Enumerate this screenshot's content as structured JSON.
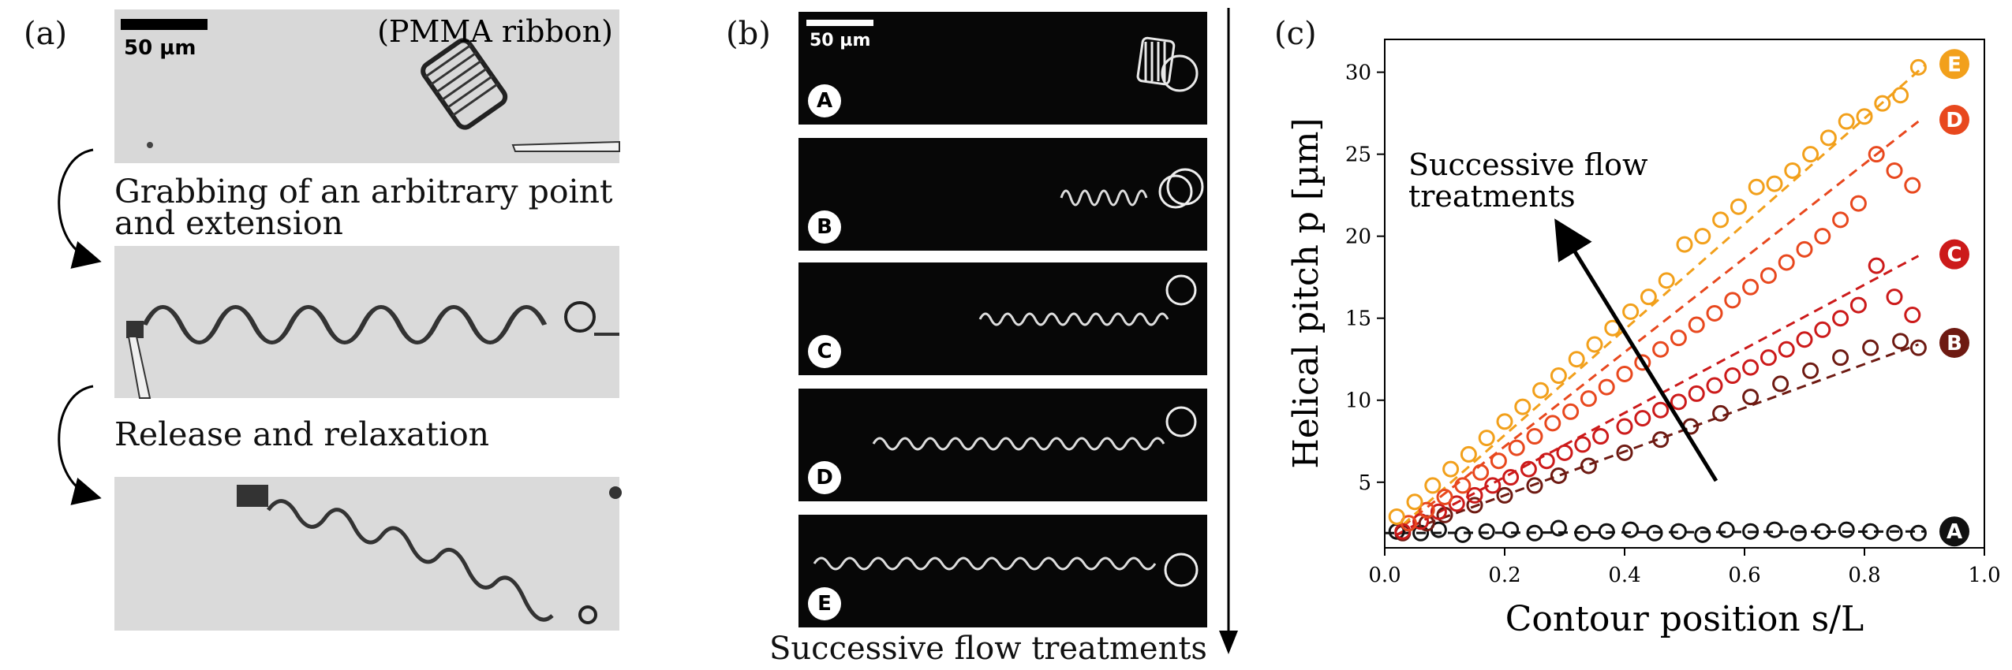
{
  "panel_a": {
    "label": "(a)",
    "scale_bar_text": "50 µm",
    "material_label": "(PMMA ribbon)",
    "step1_line1": "Grabbing of an arbitrary point",
    "step1_line2": "and extension",
    "step2": "Release and relaxation"
  },
  "panel_b": {
    "label": "(b)",
    "scale_bar_text": "50 µm",
    "frames": [
      "A",
      "B",
      "C",
      "D",
      "E"
    ],
    "arrow_caption": "Successive flow treatments"
  },
  "panel_c": {
    "label": "(c)"
  },
  "chart_data": {
    "type": "scatter",
    "xlabel": "Contour position s/L",
    "ylabel": "Helical pitch p [µm]",
    "xlim": [
      0,
      1.0
    ],
    "ylim": [
      1,
      32
    ],
    "xticks": [
      "0.0",
      "0.2",
      "0.4",
      "0.6",
      "0.8",
      "1.0"
    ],
    "yticks": [
      "5",
      "10",
      "15",
      "20",
      "25",
      "30"
    ],
    "annotation": "Successive flow treatments",
    "grid": false,
    "series": [
      {
        "name": "A",
        "color": "#111111",
        "x": [
          0.02,
          0.06,
          0.09,
          0.13,
          0.17,
          0.21,
          0.25,
          0.29,
          0.33,
          0.37,
          0.41,
          0.45,
          0.49,
          0.53,
          0.57,
          0.61,
          0.65,
          0.69,
          0.73,
          0.77,
          0.81,
          0.85,
          0.89
        ],
        "y": [
          2.0,
          1.9,
          2.1,
          1.8,
          2.0,
          2.1,
          1.9,
          2.2,
          1.9,
          2.0,
          2.1,
          1.9,
          2.0,
          1.8,
          2.1,
          2.0,
          2.1,
          1.9,
          2.0,
          2.1,
          2.0,
          1.9,
          1.9
        ],
        "fit": [
          [
            0.0,
            1.9
          ],
          [
            0.9,
            2.0
          ]
        ]
      },
      {
        "name": "B",
        "color": "#6e1a12",
        "x": [
          0.03,
          0.07,
          0.1,
          0.15,
          0.2,
          0.25,
          0.29,
          0.34,
          0.4,
          0.46,
          0.51,
          0.56,
          0.61,
          0.66,
          0.71,
          0.76,
          0.81,
          0.86,
          0.89
        ],
        "y": [
          1.9,
          2.5,
          3.0,
          3.6,
          4.2,
          4.8,
          5.4,
          6.0,
          6.8,
          7.6,
          8.4,
          9.2,
          10.2,
          11.0,
          11.8,
          12.6,
          13.2,
          13.6,
          13.2
        ],
        "fit": [
          [
            0.02,
            1.8
          ],
          [
            0.89,
            13.4
          ]
        ]
      },
      {
        "name": "C",
        "color": "#cc1a1a",
        "x": [
          0.03,
          0.06,
          0.09,
          0.12,
          0.15,
          0.18,
          0.21,
          0.24,
          0.27,
          0.3,
          0.33,
          0.36,
          0.4,
          0.43,
          0.46,
          0.49,
          0.52,
          0.55,
          0.58,
          0.61,
          0.64,
          0.67,
          0.7,
          0.73,
          0.76,
          0.79,
          0.82,
          0.85,
          0.88
        ],
        "y": [
          2.0,
          2.6,
          3.2,
          3.7,
          4.2,
          4.8,
          5.3,
          5.8,
          6.3,
          6.8,
          7.3,
          7.8,
          8.4,
          8.9,
          9.4,
          9.9,
          10.4,
          10.9,
          11.5,
          12.0,
          12.6,
          13.1,
          13.7,
          14.3,
          15.0,
          15.8,
          18.2,
          16.3,
          15.2
        ],
        "fit": [
          [
            0.02,
            1.8
          ],
          [
            0.89,
            18.8
          ]
        ]
      },
      {
        "name": "D",
        "color": "#e8481e",
        "x": [
          0.04,
          0.07,
          0.1,
          0.13,
          0.16,
          0.19,
          0.22,
          0.25,
          0.28,
          0.31,
          0.34,
          0.37,
          0.4,
          0.43,
          0.46,
          0.49,
          0.52,
          0.55,
          0.58,
          0.61,
          0.64,
          0.67,
          0.7,
          0.73,
          0.76,
          0.79,
          0.82,
          0.85,
          0.88
        ],
        "y": [
          2.5,
          3.3,
          4.1,
          4.8,
          5.6,
          6.3,
          7.1,
          7.8,
          8.6,
          9.3,
          10.1,
          10.8,
          11.6,
          12.3,
          13.1,
          13.8,
          14.6,
          15.3,
          16.1,
          16.9,
          17.6,
          18.4,
          19.2,
          20.0,
          21.0,
          22.0,
          25.0,
          24.0,
          23.1
        ],
        "fit": [
          [
            0.03,
            2.3
          ],
          [
            0.89,
            27.0
          ]
        ]
      },
      {
        "name": "E",
        "color": "#f2a01b",
        "x": [
          0.02,
          0.05,
          0.08,
          0.11,
          0.14,
          0.17,
          0.2,
          0.23,
          0.26,
          0.29,
          0.32,
          0.35,
          0.38,
          0.41,
          0.44,
          0.47,
          0.5,
          0.53,
          0.56,
          0.59,
          0.62,
          0.65,
          0.68,
          0.71,
          0.74,
          0.77,
          0.8,
          0.83,
          0.86,
          0.89
        ],
        "y": [
          2.9,
          3.8,
          4.8,
          5.8,
          6.7,
          7.7,
          8.7,
          9.6,
          10.6,
          11.5,
          12.5,
          13.4,
          14.4,
          15.4,
          16.3,
          17.3,
          19.5,
          20.0,
          21.0,
          21.8,
          23.0,
          23.2,
          24.0,
          25.0,
          26.0,
          27.0,
          27.3,
          28.1,
          28.6,
          30.3
        ],
        "fit": [
          [
            0.03,
            2.4
          ],
          [
            0.9,
            30.4
          ]
        ]
      }
    ]
  }
}
